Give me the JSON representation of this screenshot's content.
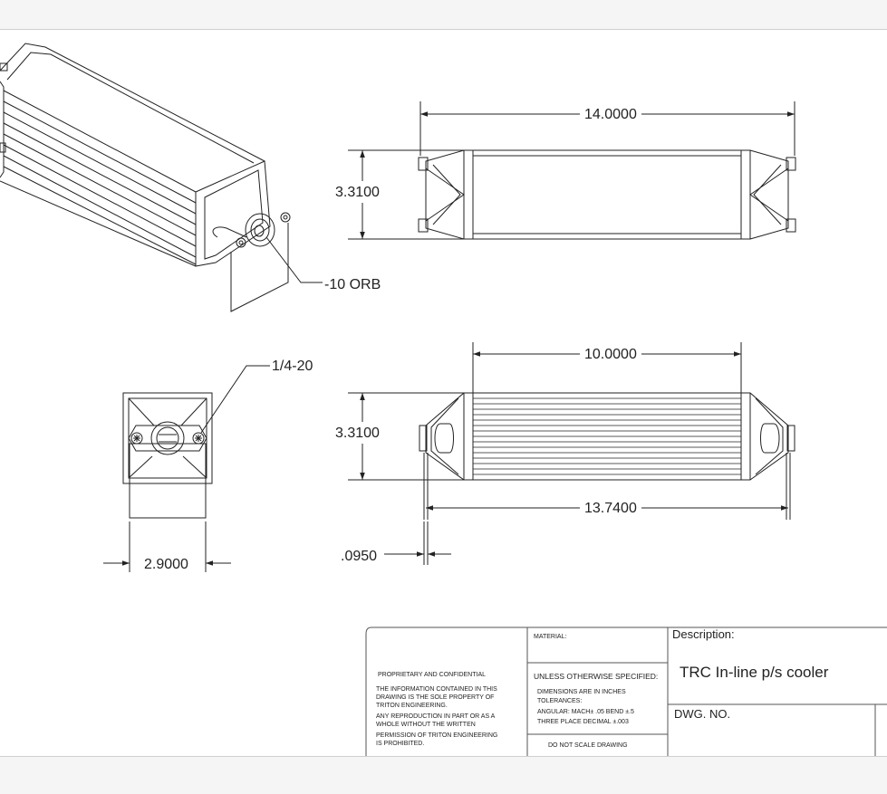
{
  "drawing": {
    "dimensions": {
      "top_length": "14.0000",
      "top_height": "3.3100",
      "bottom_core_length": "10.0000",
      "bottom_height": "3.3100",
      "bottom_overall_length": "13.7400",
      "bracket_thickness": ".0950",
      "end_width": "2.9000"
    },
    "callouts": {
      "port": "-10 ORB",
      "thread": "1/4-20"
    }
  },
  "title_block": {
    "material_label": "MATERIAL:",
    "description_label": "Description:",
    "description_value": "TRC In-line p/s cooler",
    "dwg_no_label": "DWG.  NO.",
    "proprietary_heading": "PROPRIETARY AND CONFIDENTIAL",
    "proprietary_lines": [
      "THE INFORMATION CONTAINED IN THIS",
      "DRAWING IS THE SOLE PROPERTY OF",
      "TRITON ENGINEERING.",
      "ANY REPRODUCTION IN PART OR AS A",
      "WHOLE WITHOUT THE WRITTEN",
      "PERMISSION OF TRITON ENGINEERING",
      "IS PROHIBITED."
    ],
    "unless_specified": "UNLESS OTHERWISE SPECIFIED:",
    "tolerance_lines": [
      "DIMENSIONS ARE IN INCHES",
      "TOLERANCES:",
      "ANGULAR: MACH± .05 BEND ±.5",
      "THREE PLACE DECIMAL  ±.003"
    ],
    "do_not_scale": "DO NOT SCALE DRAWING"
  }
}
